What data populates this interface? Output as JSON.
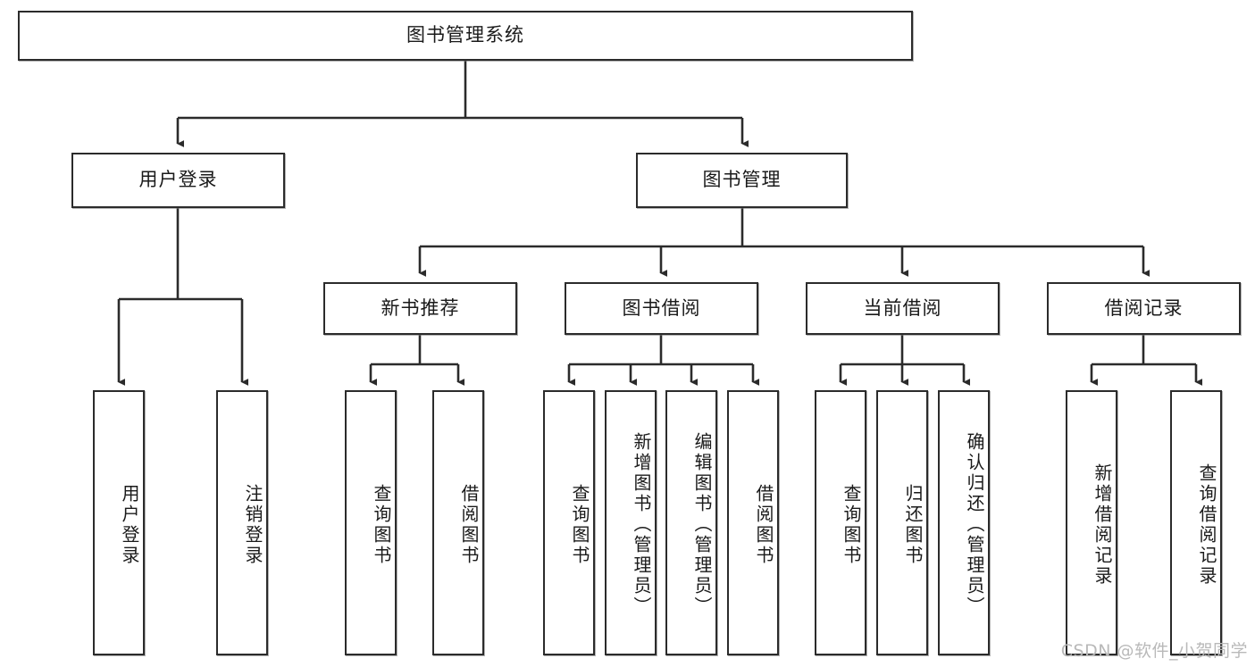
{
  "diagram": {
    "type": "tree-hierarchy-chart",
    "title": "图书管理系统",
    "stroke_color": "#2b2b2b",
    "fill_color": "#ffffff",
    "text_color": "#1a1a1a",
    "root": {
      "label": "图书管理系统"
    },
    "level2": [
      {
        "label": "用户登录"
      },
      {
        "label": "图书管理"
      }
    ],
    "level3": [
      {
        "label": "新书推荐"
      },
      {
        "label": "图书借阅"
      },
      {
        "label": "当前借阅"
      },
      {
        "label": "借阅记录"
      }
    ],
    "leaves": {
      "user_login": [
        {
          "label": "用户登录"
        },
        {
          "label": "注销登录"
        }
      ],
      "new_book_recommend": [
        {
          "label": "查询图书"
        },
        {
          "label": "借阅图书"
        }
      ],
      "book_borrow": [
        {
          "label": "查询图书"
        },
        {
          "label": "新增图书（管理员）"
        },
        {
          "label": "编辑图书（管理员）"
        },
        {
          "label": "借阅图书"
        }
      ],
      "current_borrow": [
        {
          "label": "查询图书"
        },
        {
          "label": "归还图书"
        },
        {
          "label": "确认归还（管理员）"
        }
      ],
      "borrow_record": [
        {
          "label": "新增借阅记录"
        },
        {
          "label": "查询借阅记录"
        }
      ]
    }
  },
  "watermark": {
    "text": "CSDN @软件_小贺同学"
  }
}
